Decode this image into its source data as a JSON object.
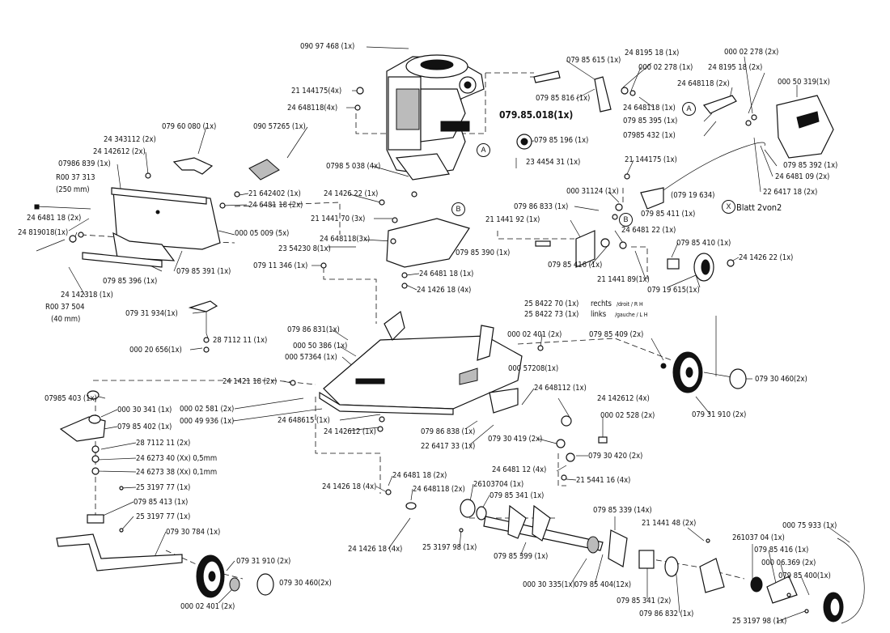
{
  "parts": {
    "p001": "090 97 468 (1x)",
    "p002": "21 144175(4x)",
    "p003": "24 648118(4x)",
    "p004": "090 57265 (1x)",
    "p005": "079 60 080 (1x)",
    "p006": "24 343112 (2x)",
    "p007": "24 142612 (2x)",
    "p008": "07986 839 (1x)",
    "p009": "R00 37 313",
    "p010": "(250 mm)",
    "p011": "24 6481 18 (2x)",
    "p012": "24 819018(1x)",
    "p013": "24 142318 (1x)",
    "p014": "R00 37 504",
    "p015": "(40 mm)",
    "p016": "079 85 396 (1x)",
    "p017": "079 85 391 (1x)",
    "p018": "000 05 009 (5x)",
    "p019": "21 642402 (1x)",
    "p020": "24 6481 18 (2x)",
    "p021": "0798 5 038 (4x)",
    "p022": "24 1426 22 (1x)",
    "p023": "21 1441 70 (3x)",
    "p024": "24 648118(3x)",
    "p025": "23 54230 8(1x)",
    "p026": "079 11 346 (1x)",
    "p027": "079 85 390 (1x)",
    "p028": "24 6481 18 (1x)",
    "p029": "24 1426 18 (4x)",
    "p030": "079 85 196 (1x)",
    "p031": "23 4454 31 (1x)",
    "p032": "079.85.018(1x)",
    "p033": "079 85 615 (1x)",
    "p034": "079 85 816 (1x)",
    "p035": "24 8195 18 (1x)",
    "p036": "000 02 278 (1x)",
    "p037": "24 648118 (1x)",
    "p038": "079 85 395 (1x)",
    "p039": "07985 432 (1x)",
    "p040": "000 02 278 (2x)",
    "p041": "24 8195 18 (2x)",
    "p042": "24 648118 (2x)",
    "p043": "000 50 319(1x)",
    "p044": "079 85 392 (1x)",
    "p045": "24 6481 09 (2x)",
    "p046": "22 6417 18 (2x)",
    "p047": "21 144175 (1x)",
    "p048": "(079 19 634)",
    "p049": "079 85 411 (1x)",
    "p050": "Blatt 2von2",
    "p051": "000 31124 (1x)",
    "p052": "079 86 833 (1x)",
    "p053": "21 1441 92 (1x)",
    "p054": "24 6481 22 (1x)",
    "p055": "079 85 410 (1x)",
    "p056": "24 1426 22 (1x)",
    "p057": "079 85 416 (1x)",
    "p058": "21 1441 89(1x)",
    "p059": "079 19 615(1x)",
    "p060": "25 8422 70 (1x)",
    "p061": "rechts",
    "p062": "/droit / R H",
    "p063": "25 8422 73 (1x)",
    "p064": "links",
    "p065": "/gauche / L H",
    "p066": "079 31 934(1x)",
    "p067": "28 7112 11 (1x)",
    "p068": "000 20 656(1x)",
    "p069": "079 86 831(1x)",
    "p070": "000 50 386 (1x)",
    "p071": "000 57364 (1x)",
    "p072": "000 02 401 (2x)",
    "p073": "079 85 409 (2x)",
    "p074": "000 57208(1x)",
    "p075": "079 30 460(2x)",
    "p076": "079 31 910 (2x)",
    "p077": "07985 403 (1x)",
    "p078": "000 30 341 (1x)",
    "p079": "079 85 402 (1x)",
    "p080": "28 7112 11 (2x)",
    "p081": "24 6273 40 (Xx) 0,5mm",
    "p082": "24 6273 38 (Xx) 0,1mm",
    "p083": "25 3197 77 (1x)",
    "p084": "079 85 413 (1x)",
    "p085": "25 3197 77 (1x)",
    "p086": "079 30 784 (1x)",
    "p087": "079 31 910 (2x)",
    "p088": "079 30 460(2x)",
    "p089": "000 02 401 (2x)",
    "p090": "24 1421 18 (2x)",
    "p091": "000 02 581 (2x)",
    "p092": "000 49 936 (1x)",
    "p093": "24 648615 (1x)",
    "p094": "24 142612 (1x)",
    "p095": "24 648112 (1x)",
    "p096": "24 142612 (4x)",
    "p097": "079 86 838 (1x)",
    "p098": "22 6417 33 (1x)",
    "p099": "079 30 419 (2x)",
    "p100": "000 02 528 (2x)",
    "p101": "079 30 420 (2x)",
    "p102": "24 6481 12 (4x)",
    "p103": "21 5441 16 (4x)",
    "p104": "24 6481 18 (2x)",
    "p105": "24 648118 (2x)",
    "p106": "24 1426 18 (4x)",
    "p107": "26103704 (1x)",
    "p108": "079 85 341 (1x)",
    "p109": "24 1426 18 (4x)",
    "p110": "25 3197 98 (1x)",
    "p111": "079 85 399 (1x)",
    "p112": "000 30 335(1x)",
    "p113": "079 85 404(12x)",
    "p114": "079 85 339 (14x)",
    "p115": "21 1441 48 (2x)",
    "p116": "079 85 341 (2x)",
    "p117": "079 86 832 (1x)",
    "p118": "261037 04 (1x)",
    "p119": "079 85 416 (1x)",
    "p120": "000 06.369 (2x)",
    "p121": "079 85 400(1x)",
    "p122": "000 75 933 (1x)",
    "p123": "25 3197 98 (1x)"
  },
  "markers": {
    "a1": "A",
    "a2": "A",
    "b1": "B",
    "b2": "B",
    "x1": "X"
  }
}
